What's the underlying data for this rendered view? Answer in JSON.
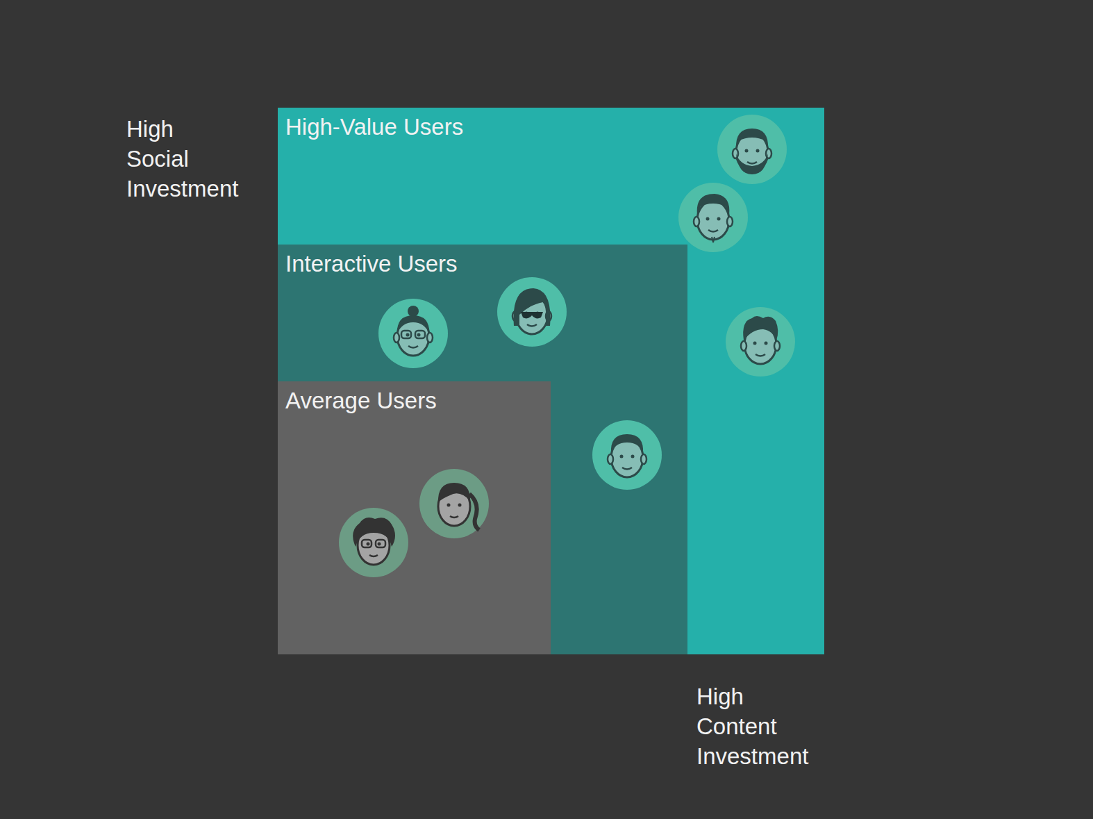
{
  "diagram": {
    "nodes": [
      {
        "text": [
          "High-Value Users"
        ]
      },
      {
        "text": [
          "Interactive Users"
        ],
        "in": 0
      },
      {
        "text": [
          "Average Users"
        ],
        "in": 1
      }
    ],
    "labels": [
      "High Social Investment",
      "High Content Investment"
    ]
  }
}
